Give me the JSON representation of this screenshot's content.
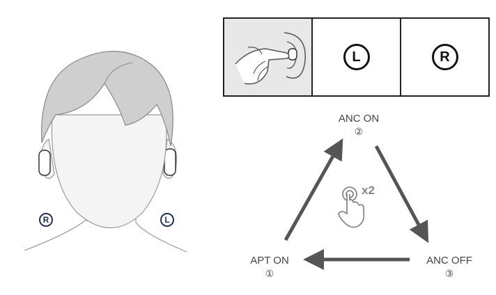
{
  "ear_badges": {
    "right": "R",
    "left": "L"
  },
  "table": {
    "col_left": "L",
    "col_right": "R"
  },
  "cycle": {
    "top_label": "ANC ON",
    "top_num": "②",
    "right_label": "ANC OFF",
    "right_num": "③",
    "left_label": "APT ON",
    "left_num": "①",
    "tap_count": "x2"
  },
  "icons": [
    "head-illustration-icon",
    "finger-tap-ear-icon",
    "hand-double-tap-icon",
    "arrow-icon"
  ],
  "colors": {
    "arrow": "#555555",
    "badge": "#24304d",
    "hair": "#cfcfcf",
    "face": "#f4f4f4",
    "cell_bg": "#e8e8e8"
  }
}
